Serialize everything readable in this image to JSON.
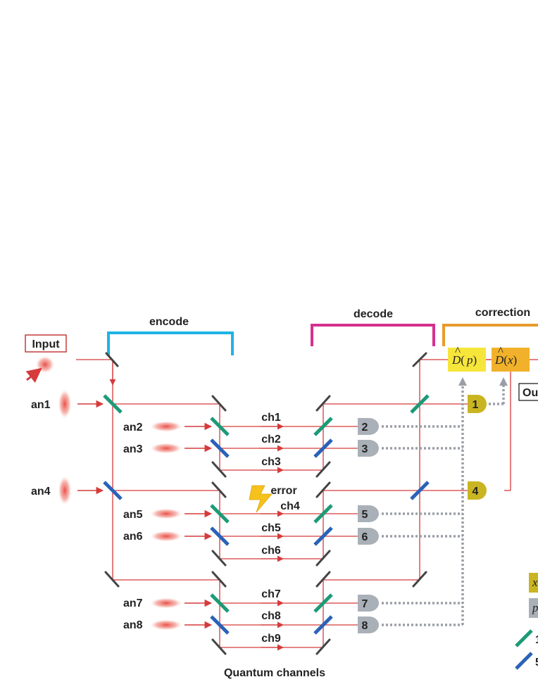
{
  "sections": {
    "encode": "encode",
    "decode": "decode",
    "correction": "correction"
  },
  "input_label": "Input",
  "output_label": "Ou",
  "ancilla": {
    "an1": "an1",
    "an2": "an2",
    "an3": "an3",
    "an4": "an4",
    "an5": "an5",
    "an6": "an6",
    "an7": "an7",
    "an8": "an8"
  },
  "channels": {
    "ch1": "ch1",
    "ch2": "ch2",
    "ch3": "ch3",
    "ch4": "ch4",
    "ch5": "ch5",
    "ch6": "ch6",
    "ch7": "ch7",
    "ch8": "ch8",
    "ch9": "ch9"
  },
  "error_label": "error",
  "bottom_label": "Quantum channels",
  "detectors": {
    "d1": "1",
    "d2": "2",
    "d3": "3",
    "d4": "4",
    "d5": "5",
    "d6": "6",
    "d7": "7",
    "d8": "8"
  },
  "corrections": {
    "dp_paren_open": "(",
    "dp_var": "p",
    "dp_paren_close": ")",
    "dx_paren_open": "(",
    "dx_var": "x",
    "dx_paren_close": ")",
    "d_hat": "D"
  },
  "legend_partial": {
    "yellow_box_text": "x",
    "gray_box_text": "p",
    "green_text": "1",
    "blue_text": "5"
  },
  "colors": {
    "beam": "#d63a3a",
    "encode_bracket": "#1fb4e6",
    "decode_bracket": "#d6308f",
    "correction_bracket": "#e89b2c",
    "green_bs": "#1d9a78",
    "blue_bs": "#2a62b8",
    "mirror": "#444444",
    "detector_yellow": "#c9b522",
    "detector_gray": "#aab0b8",
    "dp_box": "#f6e53a",
    "dx_box": "#f2b12a",
    "dashed": "#9a9ea6",
    "error": "#f5c21b"
  }
}
